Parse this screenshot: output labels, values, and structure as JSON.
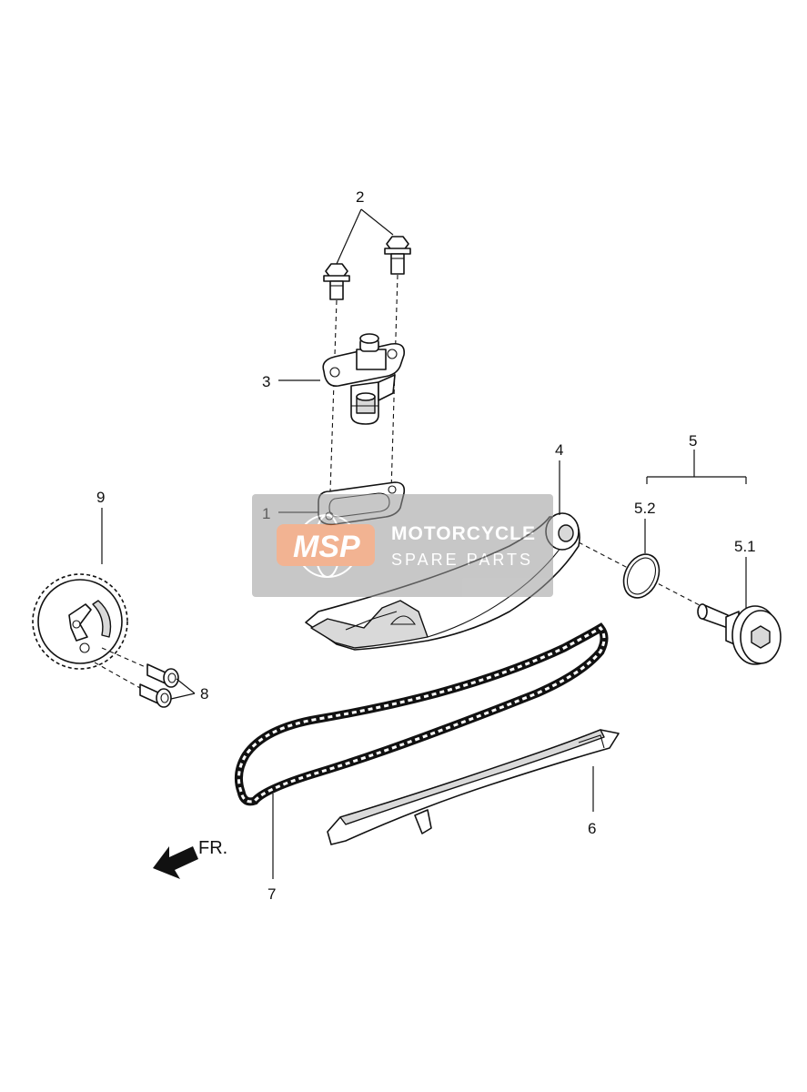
{
  "callouts": {
    "c1": "1",
    "c2": "2",
    "c3": "3",
    "c4": "4",
    "c5": "5",
    "c5_1": "5.1",
    "c5_2": "5.2",
    "c6": "6",
    "c7": "7",
    "c8": "8",
    "c9": "9"
  },
  "front_indicator": "FR.",
  "watermark": {
    "logo": "MSP",
    "title": "MOTORCYCLE",
    "subtitle": "SPARE PARTS",
    "color": "#e8763a"
  }
}
